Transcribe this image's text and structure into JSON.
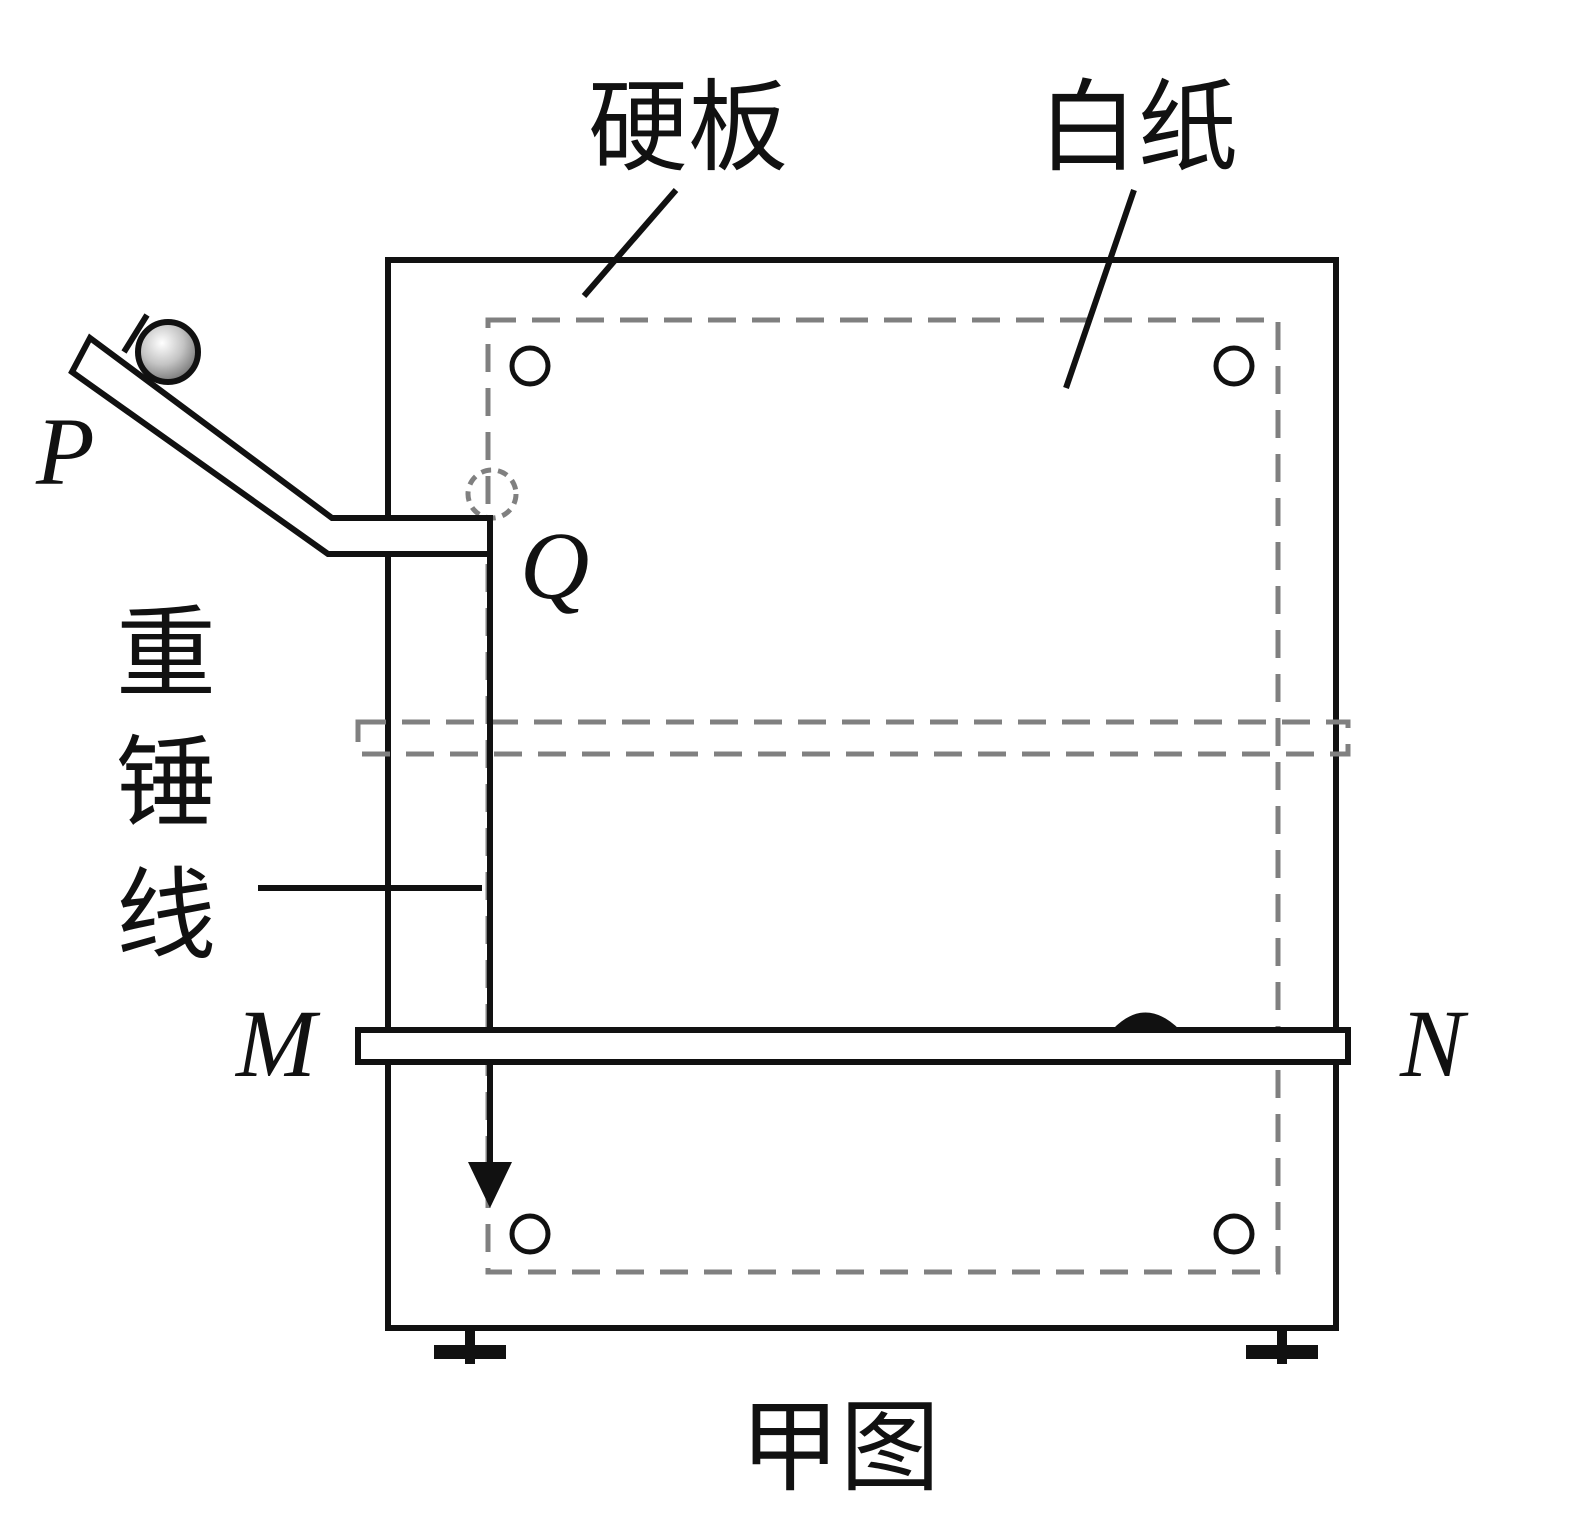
{
  "labels": {
    "board": "硬板",
    "paper": "白纸",
    "plumb_chars": [
      "重",
      "锤",
      "线"
    ],
    "point_p": "P",
    "point_q": "Q",
    "point_m": "M",
    "point_n": "N",
    "caption": "甲图"
  },
  "colors": {
    "line": "#111111",
    "dashed": "#808080",
    "ball": "#bdbdbd"
  }
}
